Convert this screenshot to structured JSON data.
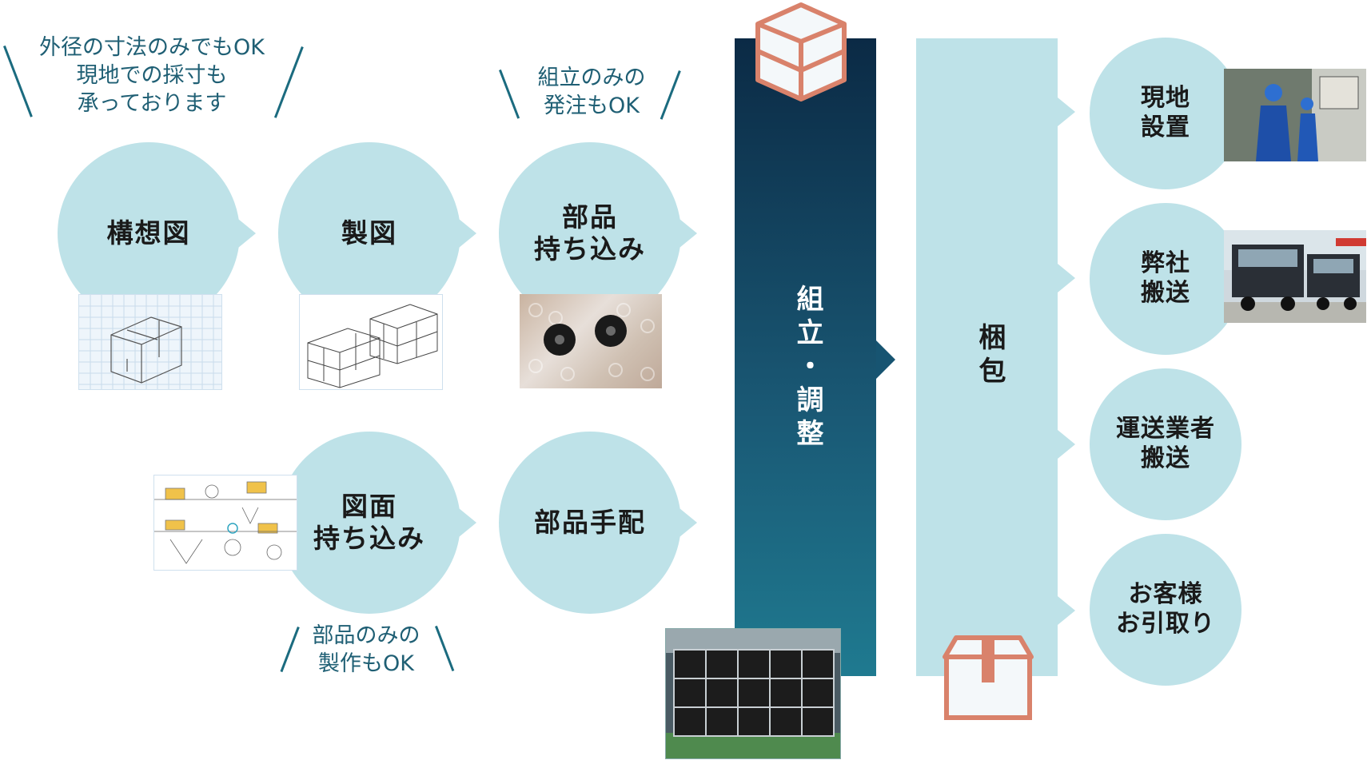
{
  "notes": {
    "outer": "外径の寸法のみでもOK\n現地での採寸も\n承っております",
    "assembly_only": "組立のみの\n発注もOK",
    "parts_only": "部品のみの\n製作もOK"
  },
  "steps": {
    "concept": "構想図",
    "drafting": "製図",
    "parts_bring": "部品\n持ち込み",
    "drawing_bring": "図面\n持ち込み",
    "parts_arrange": "部品手配"
  },
  "bars": {
    "assembly": "組立・調整",
    "packing": "梱包"
  },
  "outputs": {
    "onsite": "現地\n設置",
    "our_transport": "弊社\n搬送",
    "carrier_transport": "運送業者\n搬送",
    "customer_pickup": "お客様\nお引取り"
  },
  "colors": {
    "circle": "#bee2e8",
    "bar_dark_top": "#0b2a45",
    "bar_dark_bottom": "#1f7a90",
    "accent_box": "#d9826b",
    "note_text": "#1f5f74"
  }
}
